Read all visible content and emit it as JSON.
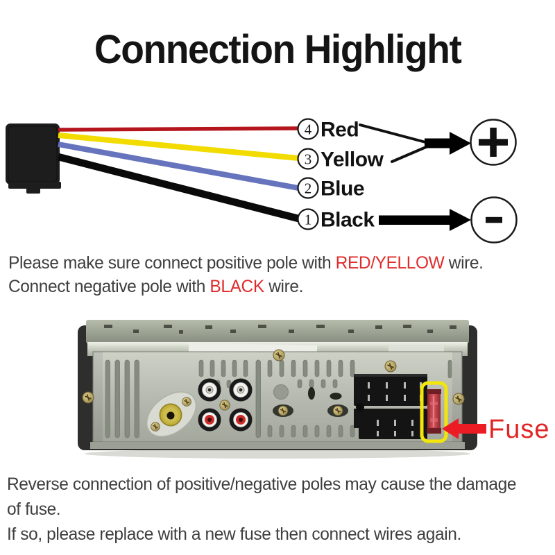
{
  "title": "Connection Highlight",
  "diagram": {
    "wires": [
      {
        "number": "4",
        "label": "Red",
        "color": "#b5161d"
      },
      {
        "number": "3",
        "label": "Yellow",
        "color": "#f2dc00"
      },
      {
        "number": "2",
        "label": "Blue",
        "color": "#6673bd"
      },
      {
        "number": "1",
        "label": "Black",
        "color": "#0a0a0a"
      }
    ],
    "positive_symbol": "+",
    "negative_symbol": "-"
  },
  "polarity_note": {
    "line1_text": "Please make sure connect positive pole with ",
    "line1_highlight": "RED/YELLOW",
    "line1_tail": " wire.",
    "line2_text": "Connect negative pole with ",
    "line2_highlight": "BLACK",
    "line2_tail": " wire."
  },
  "stereo": {
    "fuse_label": "Fuse"
  },
  "fuse_note": {
    "line1": "Reverse connection of positive/negative poles may cause the damage",
    "line2": "of fuse.",
    "line3": "If so, please replace with a new fuse then connect wires again."
  },
  "colors": {
    "text_gray": "#3e3e3e",
    "highlight_red": "#e02b2b",
    "fuse_box_yellow": "#f2e50c",
    "arrow_red": "#ec1c24"
  }
}
